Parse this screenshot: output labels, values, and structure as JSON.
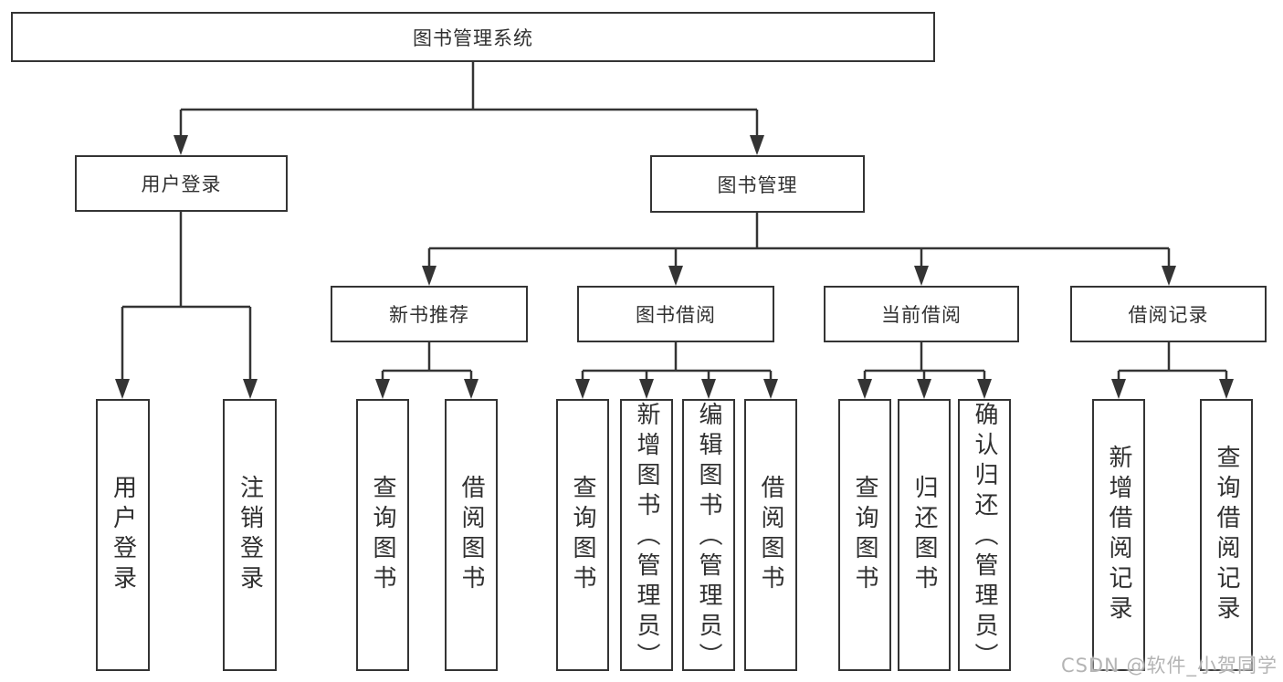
{
  "title": {
    "label": "图书管理系统"
  },
  "level2": [
    {
      "label": "用户登录"
    },
    {
      "label": "图书管理"
    }
  ],
  "level3": [
    {
      "label": "新书推荐"
    },
    {
      "label": "图书借阅"
    },
    {
      "label": "当前借阅"
    },
    {
      "label": "借阅记录"
    }
  ],
  "leaves": [
    {
      "label": "用户登录"
    },
    {
      "label": "注销登录"
    },
    {
      "label": "查询图书"
    },
    {
      "label": "借阅图书"
    },
    {
      "label": "查询图书"
    },
    {
      "label": "新增图书（管理员）"
    },
    {
      "label": "编辑图书（管理员）"
    },
    {
      "label": "借阅图书"
    },
    {
      "label": "查询图书"
    },
    {
      "label": "归还图书"
    },
    {
      "label": "确认归还（管理员）"
    },
    {
      "label": "新增借阅记录"
    },
    {
      "label": "查询借阅记录"
    }
  ],
  "watermark": {
    "text": "CSDN @软件_小贺同学"
  },
  "colors": {
    "line": "#343434",
    "text": "#303030",
    "watermark": "#b4b4b4",
    "background": "#ffffff"
  }
}
